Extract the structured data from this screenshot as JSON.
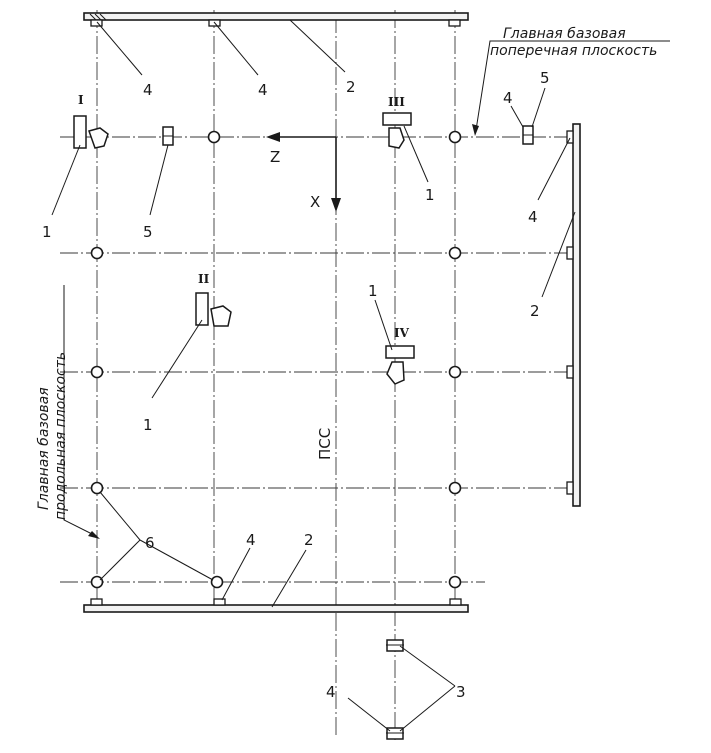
{
  "captions": {
    "transverse_line1": "Главная базовая",
    "transverse_line2": "поперечная плоскость",
    "longitudinal_line1": "Главная базовая",
    "longitudinal_line2": "продольная плоскость"
  },
  "axes": {
    "z": "Z",
    "x": "X",
    "psc": "ПСС"
  },
  "devices": {
    "i": "I",
    "ii": "II",
    "iii": "III",
    "iv": "IV"
  },
  "callouts": {
    "n1": "1",
    "n2": "2",
    "n3": "3",
    "n4": "4",
    "n5": "5",
    "n6": "6"
  }
}
